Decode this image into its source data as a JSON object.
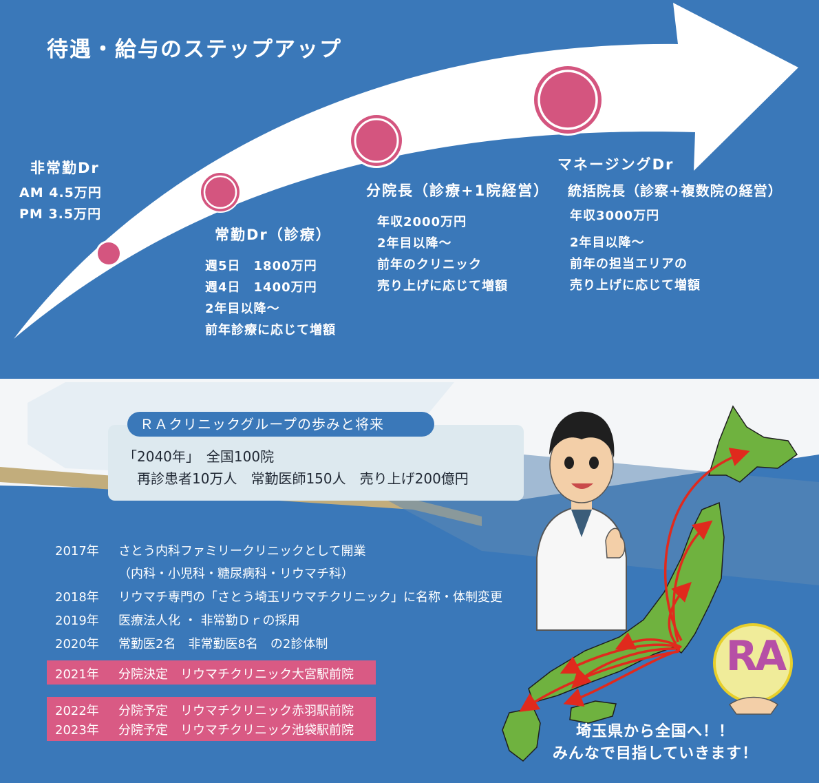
{
  "top": {
    "title": "待遇・給与のステップアップ",
    "colors": {
      "background": "#3a78b9",
      "arrow": "#ffffff",
      "node_fill": "#d4557f"
    },
    "stages": [
      {
        "title": "非常勤Dr",
        "lines": [
          "AM 4.5万円",
          "PM 3.5万円"
        ]
      },
      {
        "title": "常勤Dr（診療）",
        "lines": [
          "週5日　1800万円",
          "週4日　1400万円",
          "2年目以降～",
          "前年診療に応じて増額"
        ]
      },
      {
        "title": "分院長（診療+1院経営）",
        "lines": [
          "年収2000万円",
          "2年目以降～",
          "前年のクリニック",
          "売り上げに応じて増額"
        ]
      },
      {
        "title": "マネージングDr",
        "subtitle": "統括院長（診察+複数院の経営）",
        "lines": [
          "年収3000万円",
          "2年目以降～",
          "前年の担当エリアの",
          "売り上げに応じて増額"
        ]
      }
    ]
  },
  "bottom": {
    "colors": {
      "background": "#3a78b9",
      "gold": "#c2ad7c",
      "pink": "#d95a84",
      "map_green": "#6fb23f",
      "route_red": "#e02a1d"
    },
    "future": {
      "heading": "ＲＡクリニックグループの歩みと将来",
      "line1": "「2040年」　全国100院",
      "line2": "再診患者10万人　常勤医師150人　売り上げ200億円"
    },
    "history": [
      {
        "year": "2017年",
        "text": "さとう内科ファミリークリニックとして開業"
      },
      {
        "year": "",
        "text": "（内科・小児科・糖尿病科・リウマチ科）"
      },
      {
        "year": "2018年",
        "text": "リウマチ専門の「さとう埼玉リウマチクリニック」に名称・体制変更"
      },
      {
        "year": "2019年",
        "text": "医療法人化 ・ 非常勤Ｄｒの採用"
      },
      {
        "year": "2020年",
        "text": "常勤医2名　非常勤医8名　の2診体制"
      }
    ],
    "highlight1": {
      "year": "2021年",
      "text": "分院決定　リウマチクリニック大宮駅前院"
    },
    "highlight2": [
      {
        "year": "2022年",
        "text": "分院予定　リウマチクリニック赤羽駅前院"
      },
      {
        "year": "2023年",
        "text": "分院予定　リウマチクリニック池袋駅前院"
      }
    ],
    "logo_text": "RA",
    "caption": {
      "line1": "埼玉県から全国へ！！",
      "line2": "みんなで目指していきます！"
    }
  }
}
